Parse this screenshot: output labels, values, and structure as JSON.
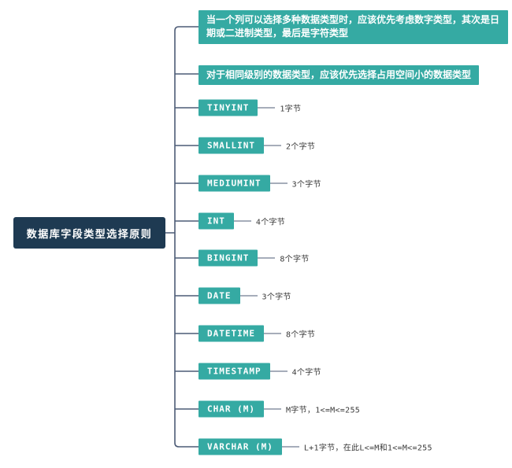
{
  "root": {
    "label": "数据库字段类型选择原则"
  },
  "notes": [
    {
      "label": "当一个列可以选择多种数据类型时，应该优先考虑数字类型，其次是日期或二进制类型，最后是字符类型"
    },
    {
      "label": "对于相同级别的数据类型，应该优先选择占用空间小的数据类型"
    }
  ],
  "types": [
    {
      "name": "TINYINT",
      "size": "1字节"
    },
    {
      "name": "SMALLINT",
      "size": "2个字节"
    },
    {
      "name": "MEDIUMINT",
      "size": "3个字节"
    },
    {
      "name": "INT",
      "size": "4个字节"
    },
    {
      "name": "BINGINT",
      "size": "8个字节"
    },
    {
      "name": "DATE",
      "size": "3个字节"
    },
    {
      "name": "DATETIME",
      "size": "8个字节"
    },
    {
      "name": "TIMESTAMP",
      "size": "4个字节"
    },
    {
      "name": "CHAR (M)",
      "size": "M字节，1<=M<=255"
    },
    {
      "name": "VARCHAR (M)",
      "size": "L+1字节，在此L<=M和1<=M<=255"
    }
  ],
  "colors": {
    "node_teal": "#35AAA3",
    "root_navy": "#1E3A52",
    "connector_line": "#4C5B76",
    "size_label_text": "#3A3A3A",
    "node_text": "#FFFFFF",
    "background": "#FFFFFF"
  }
}
